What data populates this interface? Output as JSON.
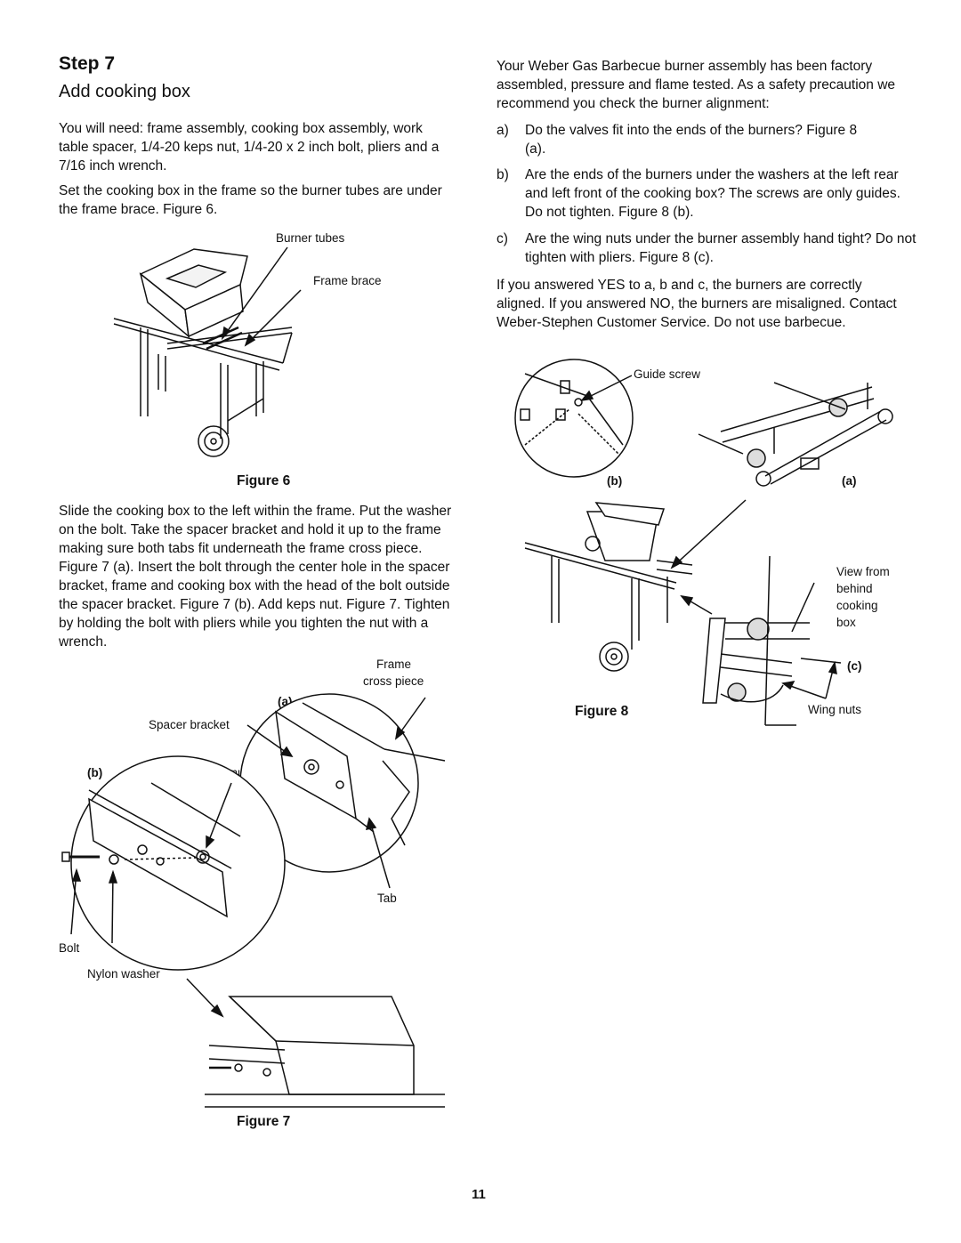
{
  "left": {
    "step_title": "Step 7",
    "step_subtitle": "Add cooking box",
    "para_need": "You will need: frame assembly, cooking box assembly, work table spacer, 1/4-20 keps nut, 1/4-20 x 2 inch bolt, pliers and a 7/16 inch wrench.",
    "para_set": "Set the cooking box in the frame so the burner tubes are under the frame brace. Figure 6.",
    "para_slide": "Slide the cooking box to the left within the frame. Put the washer on the bolt. Take the spacer bracket and hold it up to the frame making sure both tabs fit underneath the frame cross piece. Figure 7 (a). Insert the bolt through the center hole in the spacer bracket, frame and cooking box with the head of the bolt outside the spacer bracket. Figure 7 (b). Add keps nut. Figure 7. Tighten by holding the bolt with pliers while you tighten the nut with a wrench."
  },
  "figure6": {
    "caption": "Figure 6",
    "labels": {
      "burner_tubes": "Burner tubes",
      "frame_brace": "Frame brace"
    }
  },
  "figure7": {
    "caption": "Figure 7",
    "labels": {
      "frame": "Frame",
      "cross_piece": "cross piece",
      "a": "(a)",
      "spacer_bracket": "Spacer bracket",
      "b": "(b)",
      "keps_nut": "Keps nut",
      "tab": "Tab",
      "bolt": "Bolt",
      "nylon_washer": "Nylon washer"
    }
  },
  "right": {
    "intro": "Your Weber Gas Barbecue burner assembly has been factory assembled, pressure and flame tested. As a safety precaution we recommend you check the burner alignment:",
    "items": [
      {
        "letter": "a)",
        "text": "Do the valves fit into the ends of the burners? Figure 8 (a)."
      },
      {
        "letter": "b)",
        "text": "Are the ends of the burners under the washers at the left rear and left front of the cooking box? The screws are only guides. Do not tighten. Figure 8 (b)."
      },
      {
        "letter": "c)",
        "text": "Are the wing nuts under the burner assembly hand tight? Do not tighten with pliers. Figure 8 (c)."
      }
    ],
    "conclusion": "If you answered YES to a, b and c, the burners are correctly aligned. If you answered NO, the burners are misaligned. Contact Weber-Stephen Customer Service. Do not use barbecue."
  },
  "figure8": {
    "caption": "Figure 8",
    "labels": {
      "guide_screw": "Guide screw",
      "b": "(b)",
      "a": "(a)",
      "view_from": "View from",
      "behind": "behind",
      "cooking": "cooking",
      "box": "box",
      "c": "(c)",
      "wing_nuts": "Wing nuts"
    }
  },
  "page_number": "11"
}
